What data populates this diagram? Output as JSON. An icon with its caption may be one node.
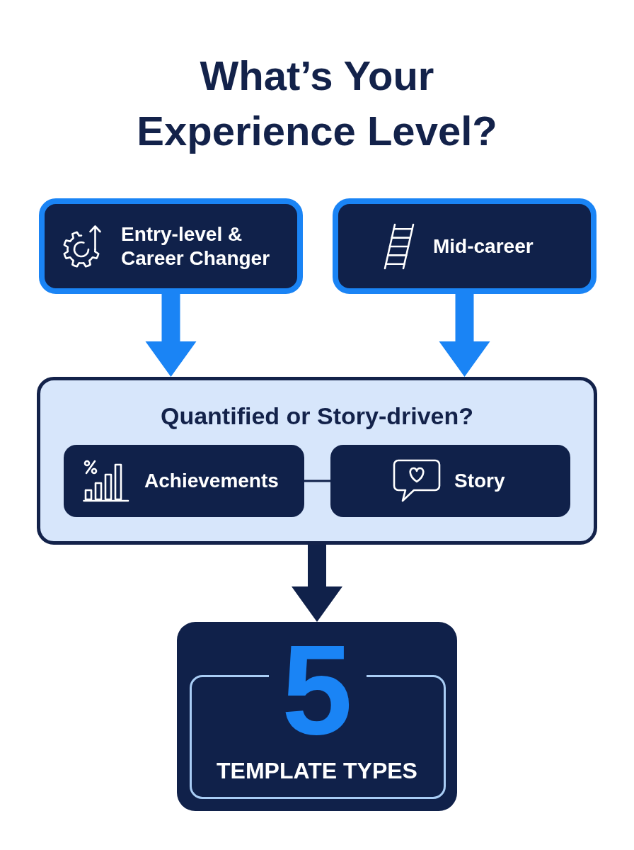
{
  "diagram": {
    "title": "What’s Your Experience Level?",
    "nodes": [
      {
        "text": [
          "Entry-level & Career Changer"
        ]
      },
      {
        "text": [
          "Mid-career"
        ]
      },
      {
        "text": [
          "Quantified or Story-driven?"
        ]
      },
      {
        "text": [
          "Achievements"
        ],
        "in": 2
      },
      {
        "text": [
          "Story"
        ],
        "in": 2
      },
      {
        "text": [
          "5",
          "TEMPLATE TYPES"
        ]
      }
    ],
    "edges": [
      {
        "from": 0,
        "to": 2,
        "arrow": "to",
        "style": "thick",
        "color": "#1a84f5"
      },
      {
        "from": 1,
        "to": 2,
        "arrow": "to",
        "style": "thick",
        "color": "#1a84f5"
      },
      {
        "from": 3,
        "to": 4,
        "arrow": "none"
      },
      {
        "from": 2,
        "to": 5,
        "arrow": "to",
        "style": "thick"
      }
    ]
  }
}
